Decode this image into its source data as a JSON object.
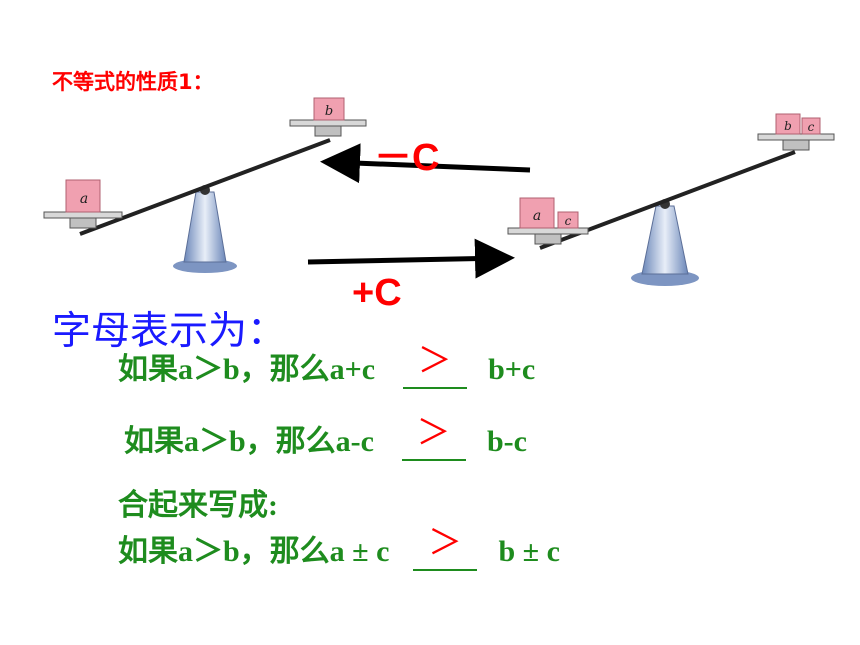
{
  "title": "不等式的性质1：",
  "arrows": {
    "minus_label": "－C",
    "plus_label": "+C"
  },
  "left_scale": {
    "low_pan_label": "a",
    "high_pan_label": "b"
  },
  "right_scale": {
    "low_pan_labels": [
      "a",
      "c"
    ],
    "high_pan_labels": [
      "b",
      "c"
    ]
  },
  "letters_heading": "字母表示为：",
  "line1": {
    "prefix": "如果a＞b，那么a+c",
    "answer": "＞",
    "suffix": "b+c"
  },
  "line2": {
    "prefix": "如果a＞b，那么a-c",
    "answer": "＞",
    "suffix": "b-c"
  },
  "combined_heading": "合起来写成:",
  "line3": {
    "prefix": "如果a＞b，那么a ± c",
    "answer": "＞",
    "suffix": "b ± c"
  },
  "colors": {
    "title": "#ff0000",
    "heading": "#1a1aff",
    "statement": "#1e8c1e",
    "answer": "#ff0000",
    "box": "#f0a0b0"
  }
}
